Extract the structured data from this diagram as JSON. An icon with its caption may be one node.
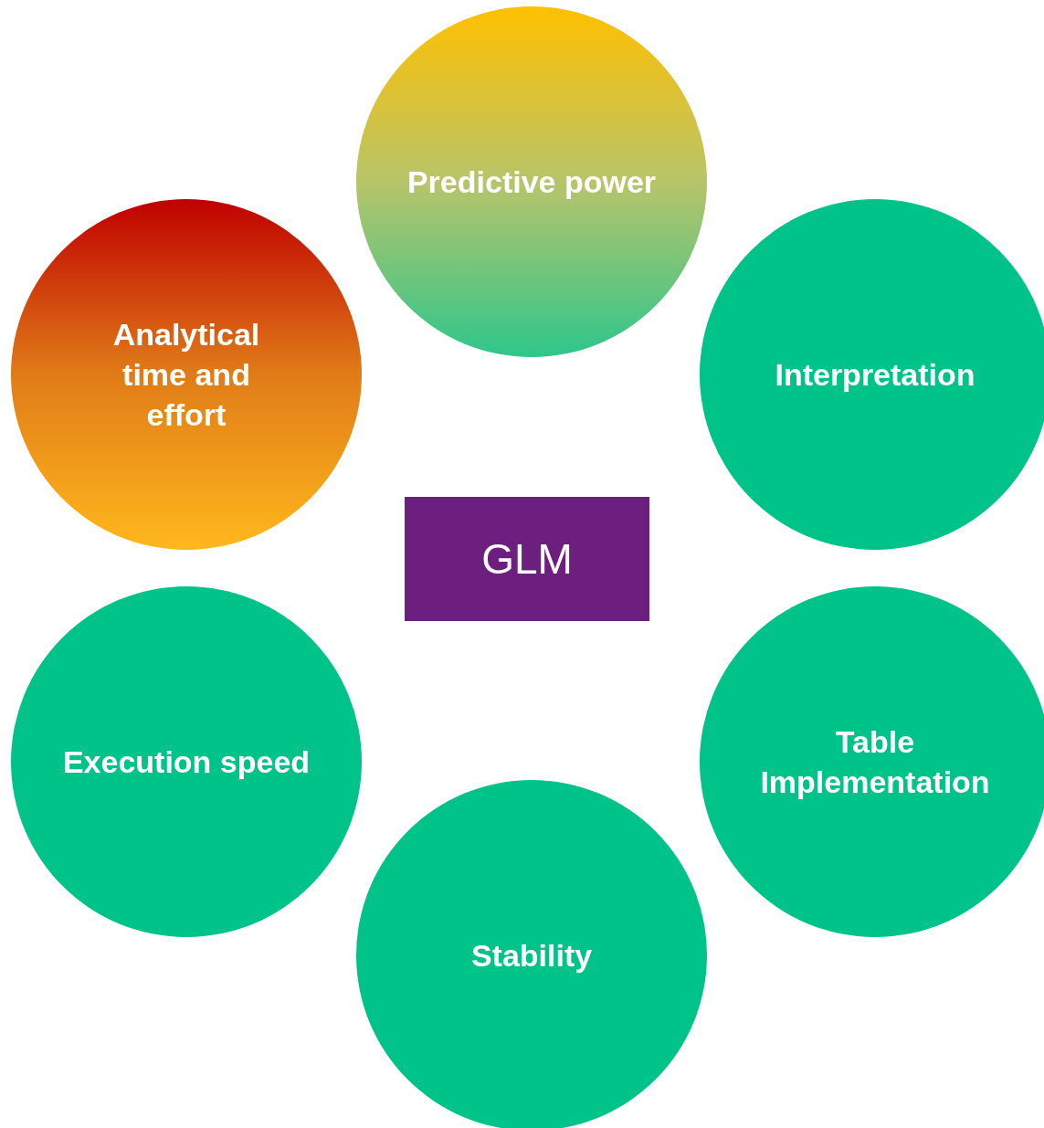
{
  "diagram": {
    "nodes": [
      {
        "text": [
          "Predictive power"
        ]
      },
      {
        "text": [
          "Analytical time and effort"
        ]
      },
      {
        "text": [
          "Interpretation"
        ]
      },
      {
        "text": [
          "GLM"
        ]
      },
      {
        "text": [
          "Execution speed"
        ]
      },
      {
        "text": [
          "Table Implementation"
        ]
      },
      {
        "text": [
          "Stability"
        ]
      }
    ],
    "edges": []
  }
}
